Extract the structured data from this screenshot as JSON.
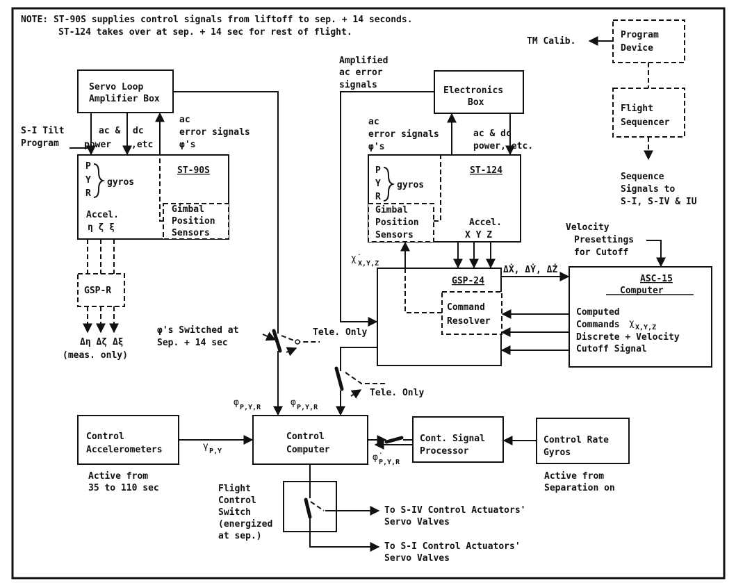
{
  "note": {
    "line1": "NOTE:  ST-90S supplies control signals from liftoff to sep. + 14 seconds.",
    "line2": "ST-124 takes over at sep. + 14 sec for rest of flight."
  },
  "blocks": {
    "servo_amp": [
      "Servo Loop",
      "Amplifier Box"
    ],
    "electronics": [
      "Electronics",
      "Box"
    ],
    "program_device": [
      "Program",
      "Device"
    ],
    "flight_sequencer": [
      "Flight",
      "Sequencer"
    ],
    "st90s": {
      "title": "ST-90S",
      "gyro_axes": [
        "P",
        "Y",
        "R"
      ],
      "gyros": "gyros",
      "accel": "Accel.",
      "accel_axes": "η  ζ  ξ",
      "gimbal": [
        "Gimbal",
        "Position",
        "Sensors"
      ]
    },
    "st124": {
      "title": "ST-124",
      "gyro_axes": [
        "P",
        "Y",
        "R"
      ],
      "gyros": "gyros",
      "gimbal": [
        "Gimbal",
        "Position",
        "Sensors"
      ],
      "accel": "Accel.",
      "accel_axes": "X  Y  Z"
    },
    "gspr": "GSP-R",
    "gsp24": "GSP-24",
    "command_resolver": [
      "Command",
      "Resolver"
    ],
    "asc15": {
      "title": "ASC-15",
      "subtitle": "Computer",
      "lines": [
        "Computed",
        "Commands",
        "Discrete + Velocity",
        "Cutoff Signal"
      ],
      "chi_sub": "X,Y,Z"
    },
    "control_accel": [
      "Control",
      "Accelerometers"
    ],
    "control_computer": [
      "Control",
      "Computer"
    ],
    "signal_processor": [
      "Cont. Signal",
      "Processor"
    ],
    "rate_gyros": [
      "Control Rate",
      "Gyros"
    ]
  },
  "labels": {
    "tm_calib": "TM Calib.",
    "sequence_signals": [
      "Sequence",
      "Signals to",
      "S-I, S-IV & IU"
    ],
    "amplified_ac": [
      "Amplified",
      "ac error",
      "signals"
    ],
    "si_tilt": [
      "S-I Tilt",
      "Program"
    ],
    "ac_dc_left": [
      "ac &",
      "power"
    ],
    "dc_etc_left": [
      "dc",
      ",etc"
    ],
    "ac_error_left": [
      "ac",
      "error signals",
      "φ's"
    ],
    "ac_error_right": [
      "ac",
      "error signals",
      "φ's"
    ],
    "ac_dc_right": [
      "ac & dc",
      "power, etc."
    ],
    "velocity_presettings": [
      "Velocity",
      "Presettings",
      "for Cutoff"
    ],
    "delta_xyz": "ΔẊ, ΔẎ, ΔŻ",
    "chi_xyz_left": "X,Y,Z",
    "gspr_outputs": "Δη  Δζ  Δξ",
    "meas_only": "(meas. only)",
    "phi_switched": [
      "φ's Switched at",
      "Sep. + 14 sec"
    ],
    "tele_only_1": "Tele. Only",
    "tele_only_2": "Tele. Only",
    "phi_pyr_1": "φ",
    "phi_pyr_1_sub": "P,Y,R",
    "phi_pyr_2": "φ",
    "phi_pyr_2_sub": "P,Y,R",
    "gamma_py": "γ",
    "gamma_py_sub": "P,Y",
    "phidot_pyr": "φ̇",
    "phidot_pyr_sub": "P,Y,R",
    "active_accel": [
      "Active from",
      "35 to 110 sec"
    ],
    "active_gyros": [
      "Active from",
      "Separation on"
    ],
    "flight_control_switch": [
      "Flight",
      "Control",
      "Switch",
      "(energized",
      "at sep.)"
    ],
    "to_siv": [
      "To S-IV Control Actuators'",
      "Servo Valves"
    ],
    "to_si": [
      "To S-I Control Actuators'",
      "Servo Valves"
    ]
  }
}
